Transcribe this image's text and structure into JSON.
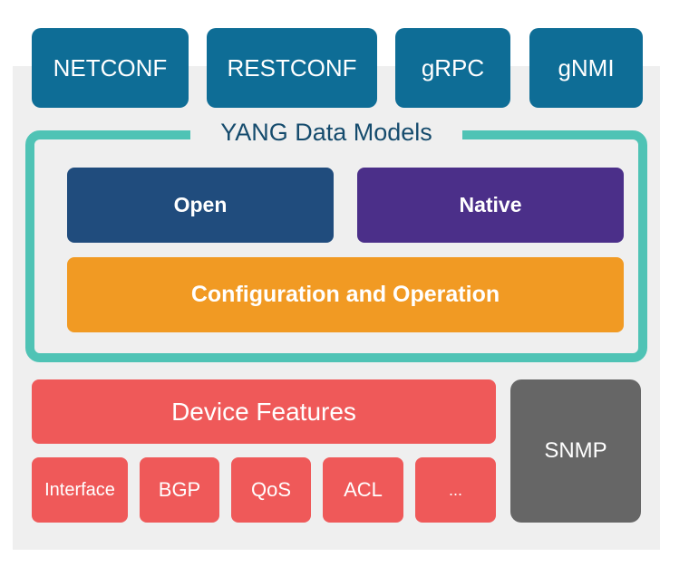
{
  "colors": {
    "protocol": "#0e6d96",
    "yang_border": "#4fc3b5",
    "yang_title": "#154b6d",
    "open": "#204c7d",
    "native": "#4b2f89",
    "config": "#f19a23",
    "device": "#ef5959",
    "snmp": "#666666",
    "panel": "#efefef"
  },
  "protocols": [
    "NETCONF",
    "RESTCONF",
    "gRPC",
    "gNMI"
  ],
  "yang": {
    "title": "YANG Data Models",
    "open": "Open",
    "native": "Native",
    "config": "Configuration and Operation"
  },
  "device": {
    "title": "Device Features",
    "items": [
      "Interface",
      "BGP",
      "QoS",
      "ACL",
      "..."
    ]
  },
  "snmp": "SNMP"
}
